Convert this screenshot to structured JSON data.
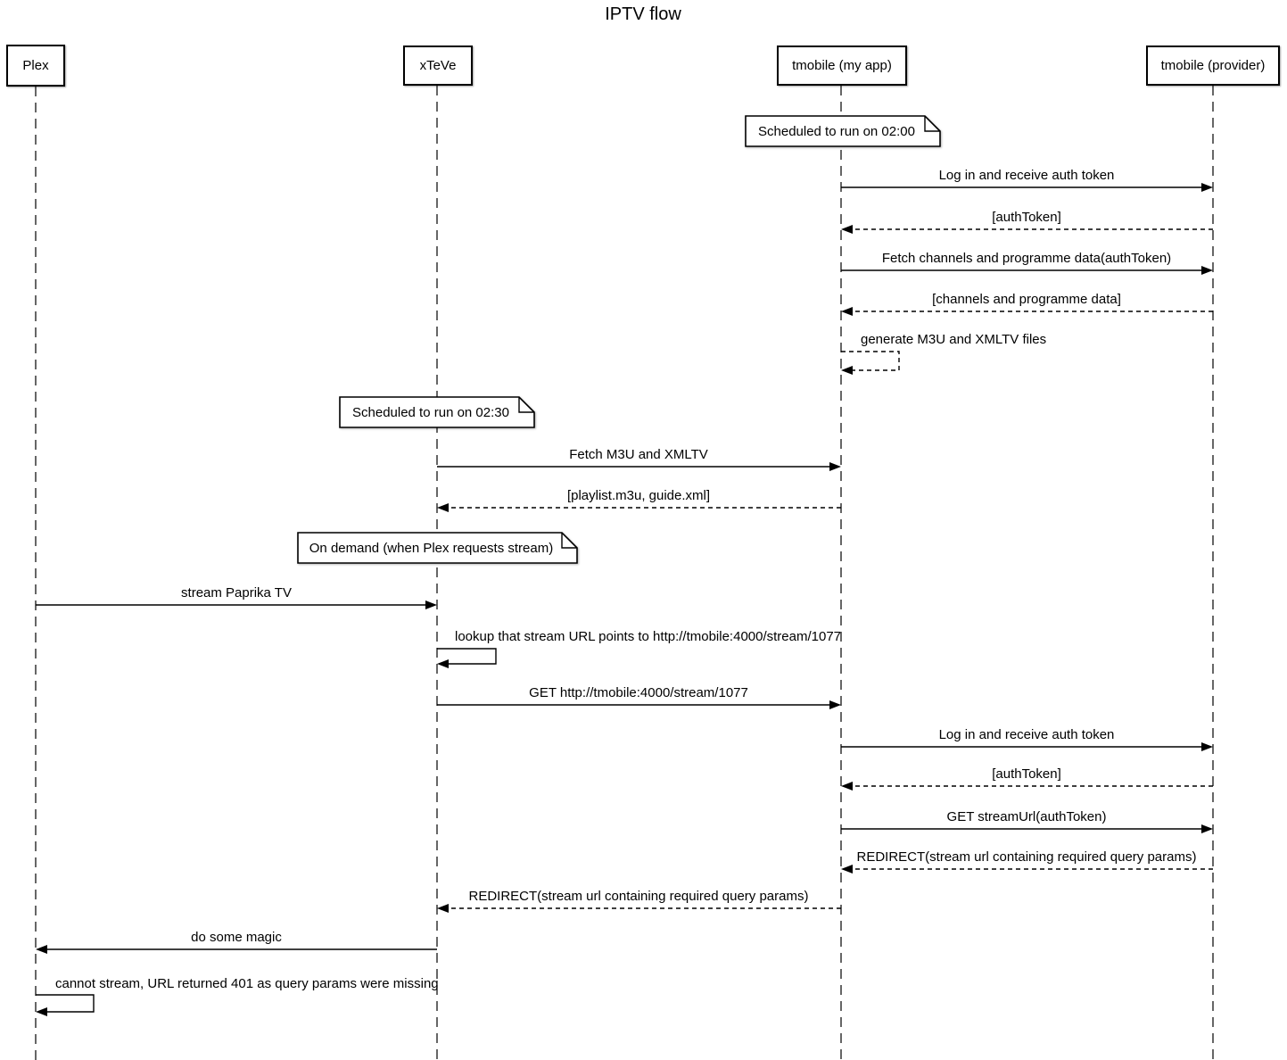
{
  "title": "IPTV flow",
  "colors": {
    "line": "#000000",
    "background": "#ffffff",
    "note_fill": "#ffffff",
    "text": "#000000"
  },
  "actors": [
    {
      "id": "plex",
      "label": "Plex"
    },
    {
      "id": "xteve",
      "label": "xTeVe"
    },
    {
      "id": "myapp",
      "label": "tmobile (my app)"
    },
    {
      "id": "provider",
      "label": "tmobile (provider)"
    }
  ],
  "notes": [
    {
      "over": "myapp",
      "text": "Scheduled to run on 02:00"
    },
    {
      "over": "xteve",
      "text": "Scheduled to run on 02:30"
    },
    {
      "over": "xteve",
      "text": "On demand (when Plex requests stream)"
    }
  ],
  "messages": [
    {
      "from": "myapp",
      "to": "provider",
      "style": "solid",
      "label": "Log in and receive auth token"
    },
    {
      "from": "provider",
      "to": "myapp",
      "style": "dashed",
      "label": "[authToken]"
    },
    {
      "from": "myapp",
      "to": "provider",
      "style": "solid",
      "label": "Fetch channels and programme data(authToken)"
    },
    {
      "from": "provider",
      "to": "myapp",
      "style": "dashed",
      "label": "[channels and programme data]"
    },
    {
      "from": "myapp",
      "to": "myapp",
      "style": "dashed-self",
      "label": "generate M3U and XMLTV files"
    },
    {
      "from": "xteve",
      "to": "myapp",
      "style": "solid",
      "label": "Fetch M3U and XMLTV"
    },
    {
      "from": "myapp",
      "to": "xteve",
      "style": "dashed",
      "label": "[playlist.m3u, guide.xml]"
    },
    {
      "from": "plex",
      "to": "xteve",
      "style": "solid",
      "label": "stream Paprika TV"
    },
    {
      "from": "xteve",
      "to": "xteve",
      "style": "solid-self",
      "label": "lookup that stream URL points to http://tmobile:4000/stream/1077"
    },
    {
      "from": "xteve",
      "to": "myapp",
      "style": "solid",
      "label": "GET http://tmobile:4000/stream/1077"
    },
    {
      "from": "myapp",
      "to": "provider",
      "style": "solid",
      "label": "Log in and receive auth token"
    },
    {
      "from": "provider",
      "to": "myapp",
      "style": "dashed",
      "label": "[authToken]"
    },
    {
      "from": "myapp",
      "to": "provider",
      "style": "solid",
      "label": "GET streamUrl(authToken)"
    },
    {
      "from": "provider",
      "to": "myapp",
      "style": "dashed",
      "label": "REDIRECT(stream url containing required query params)"
    },
    {
      "from": "myapp",
      "to": "xteve",
      "style": "dashed",
      "label": "REDIRECT(stream url containing required query params)"
    },
    {
      "from": "xteve",
      "to": "plex",
      "style": "solid",
      "label": "do some magic"
    },
    {
      "from": "plex",
      "to": "plex",
      "style": "solid-self",
      "label": "cannot stream, URL returned 401 as query params were missing"
    }
  ]
}
